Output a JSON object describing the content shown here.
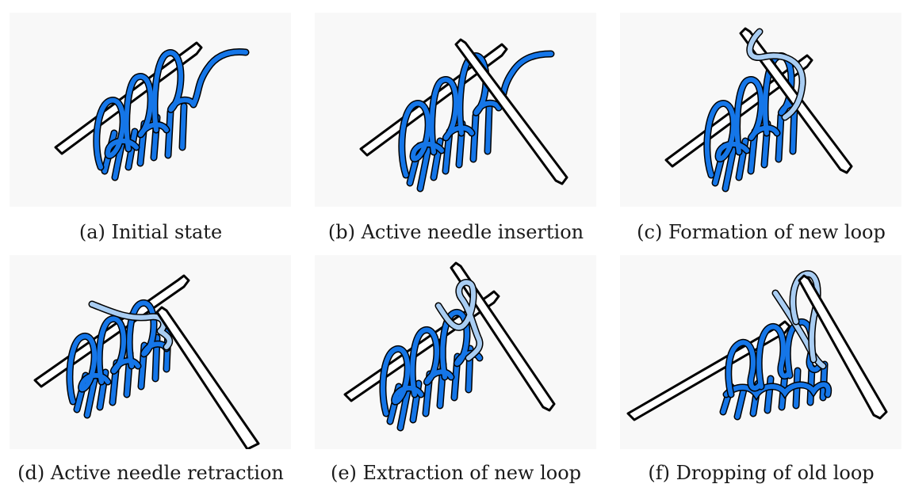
{
  "colors": {
    "panel_bg": "#f8f8f8",
    "yarn": "#1576e8",
    "new_loop": "#a9cdf2",
    "outline": "#000000",
    "needle_fill": "#ffffff"
  },
  "panels": [
    {
      "id": "a",
      "caption": "(a) Initial state",
      "icons": [
        "knitting-needle-icon",
        "yarn-loops-icon"
      ]
    },
    {
      "id": "b",
      "caption": "(b) Active needle insertion",
      "icons": [
        "knitting-needle-icon",
        "active-needle-icon",
        "yarn-loops-icon"
      ]
    },
    {
      "id": "c",
      "caption": "(c) Formation of new loop",
      "icons": [
        "knitting-needle-icon",
        "active-needle-icon",
        "yarn-loops-icon",
        "new-loop-icon"
      ]
    },
    {
      "id": "d",
      "caption": "(d) Active needle retraction",
      "icons": [
        "knitting-needle-icon",
        "active-needle-icon",
        "yarn-loops-icon",
        "new-loop-icon"
      ]
    },
    {
      "id": "e",
      "caption": "(e) Extraction of new loop",
      "icons": [
        "knitting-needle-icon",
        "active-needle-icon",
        "yarn-loops-icon",
        "new-loop-icon"
      ]
    },
    {
      "id": "f",
      "caption": "(f) Dropping of old loop",
      "icons": [
        "knitting-needle-icon",
        "active-needle-icon",
        "yarn-loops-icon",
        "new-loop-icon"
      ]
    }
  ]
}
